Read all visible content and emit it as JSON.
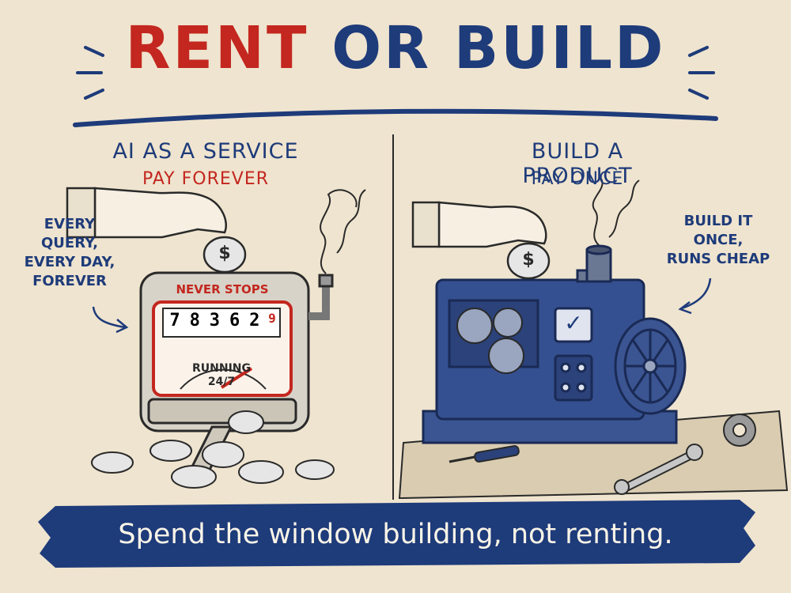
{
  "title": {
    "rent": "RENT",
    "or": "OR",
    "build": "BUILD"
  },
  "left": {
    "heading": "AI AS A SERVICE",
    "subheading": "PAY FOREVER",
    "note_lines": [
      "EVERY",
      "QUERY,",
      "EVERY DAY,",
      "FOREVER"
    ],
    "meter_label": "NEVER STOPS",
    "counter_digits": [
      "7",
      "8",
      "3",
      "6",
      "2",
      "9"
    ],
    "gauge_label_1": "RUNNING",
    "gauge_label_2": "24/7",
    "coin_symbol": "$"
  },
  "right": {
    "heading": "BUILD A PRODUCT",
    "subheading": "PAY ONCE",
    "note_lines": [
      "BUILD IT",
      "ONCE,",
      "RUNS CHEAP"
    ],
    "coin_symbol": "$",
    "check_symbol": "✓"
  },
  "banner": {
    "text": "Spend the window building, not renting."
  },
  "colors": {
    "red": "#c3271f",
    "blue": "#1e3b7a",
    "paper": "#efe4cf",
    "ink": "#2a2a2a"
  }
}
